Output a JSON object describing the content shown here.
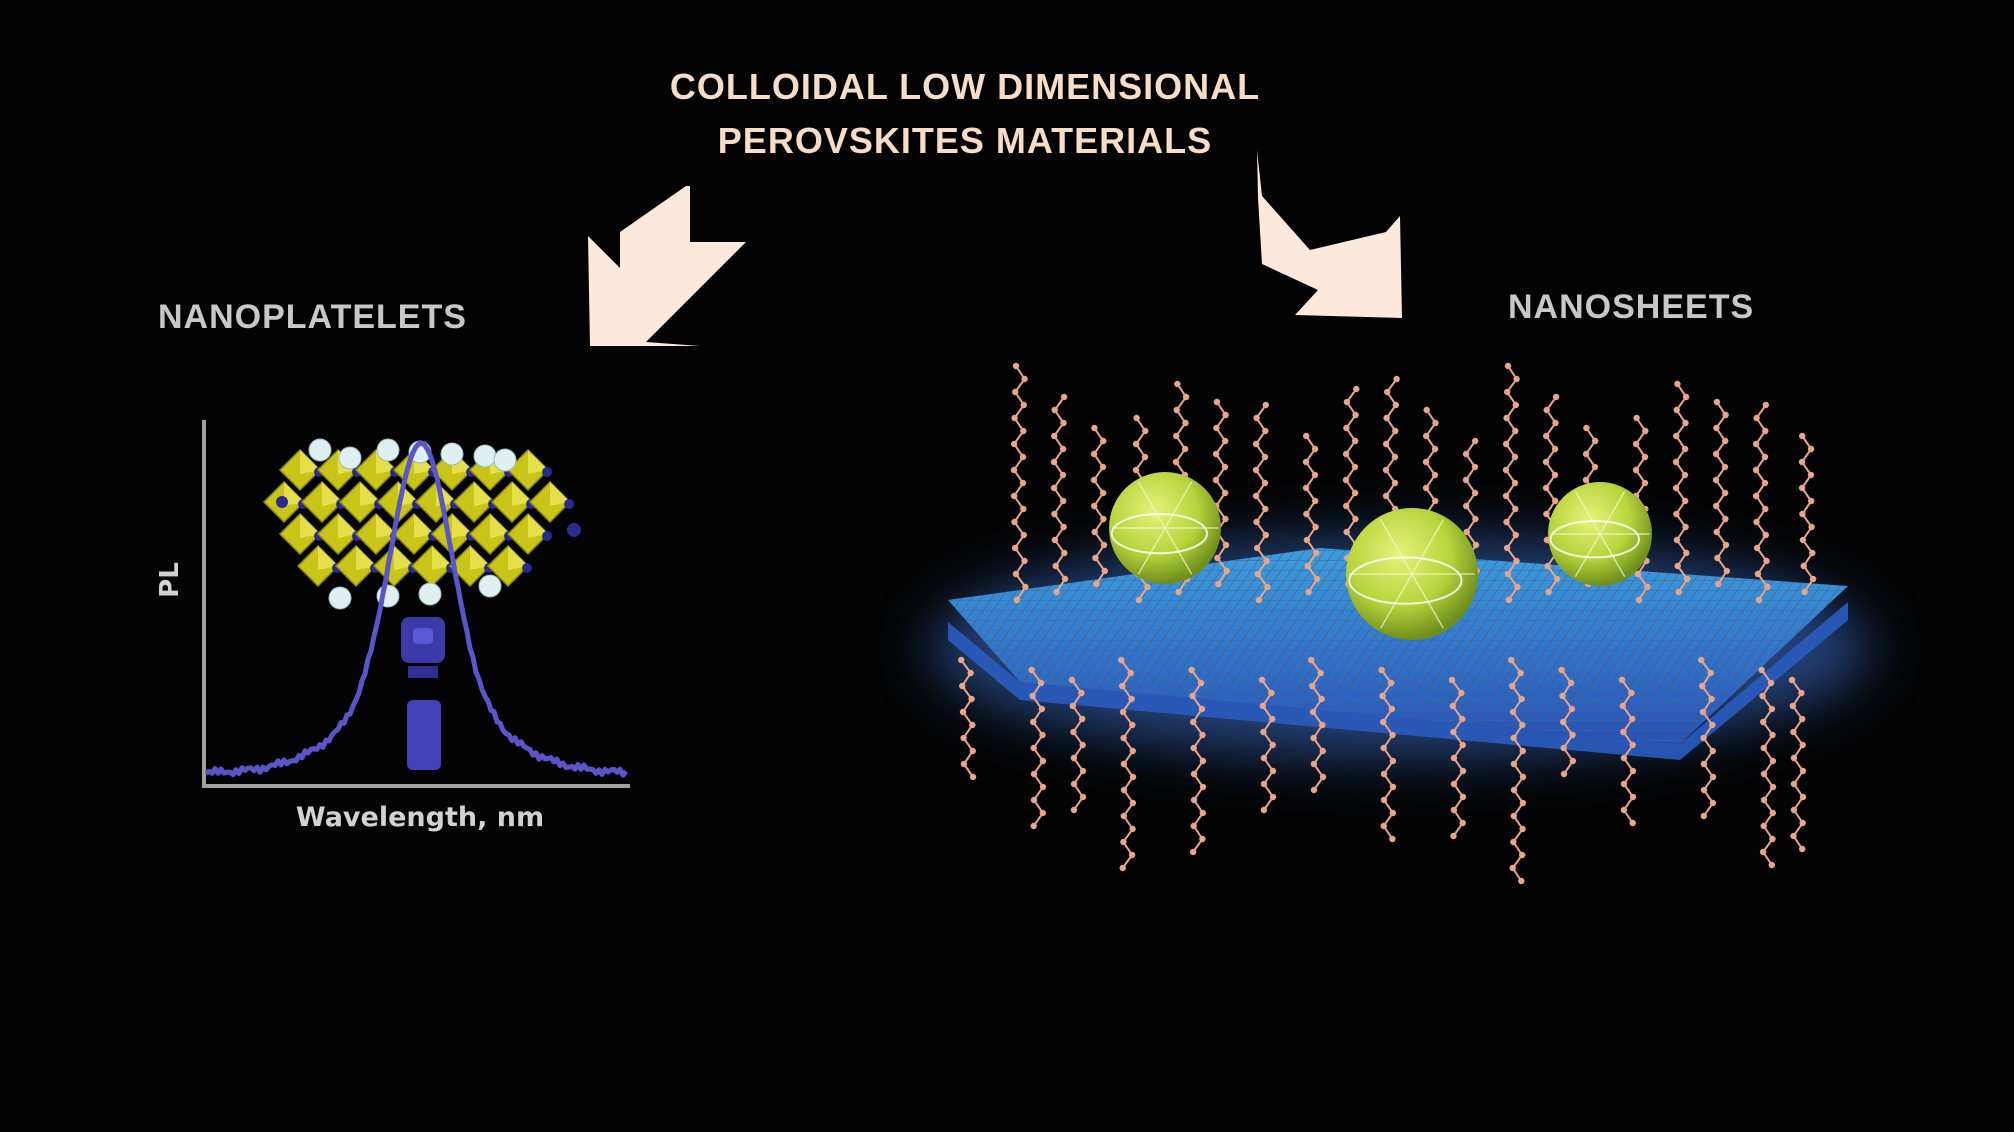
{
  "title": {
    "line1": "COLLOIDAL LOW DIMENSIONAL",
    "line2": "PEROVSKITES MATERIALS"
  },
  "left": {
    "label": "NANOPLATELETS",
    "plot": {
      "ylabel": "PL",
      "xlabel": "Wavelength, nm"
    }
  },
  "right": {
    "label": "NANOSHEETS"
  },
  "colors": {
    "background": "#030303",
    "title_text": "#f7dcc6",
    "label_text": "#c8c8c8",
    "arrow_fill": "#fde9dc",
    "pl_curve": "#5a55c8",
    "octahedra": "#c9c418",
    "sheet_glow": "#3f74d8",
    "sphere": "#b7d43c",
    "ligand": "#e9a58a"
  }
}
